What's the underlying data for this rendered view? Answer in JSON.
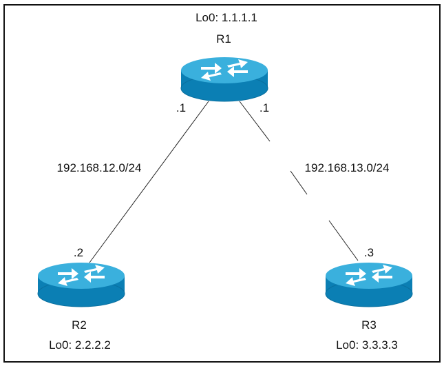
{
  "routers": {
    "r1": {
      "name": "R1",
      "loopback": "Lo0: 1.1.1.1"
    },
    "r2": {
      "name": "R2",
      "loopback": "Lo0: 2.2.2.2"
    },
    "r3": {
      "name": "R3",
      "loopback": "Lo0: 3.3.3.3"
    }
  },
  "links": {
    "r1_r2": {
      "network": "192.168.12.0/24",
      "r1_end": ".1",
      "r2_end": ".2"
    },
    "r1_r3": {
      "network": "192.168.13.0/24",
      "r1_end": ".1",
      "r3_end": ".3"
    }
  },
  "colors": {
    "router_top": "#3ab0dd",
    "router_side": "#0b7fb4",
    "router_arrows": "#ffffff",
    "link_line": "#222222"
  },
  "icons": {
    "router": "router-icon"
  }
}
